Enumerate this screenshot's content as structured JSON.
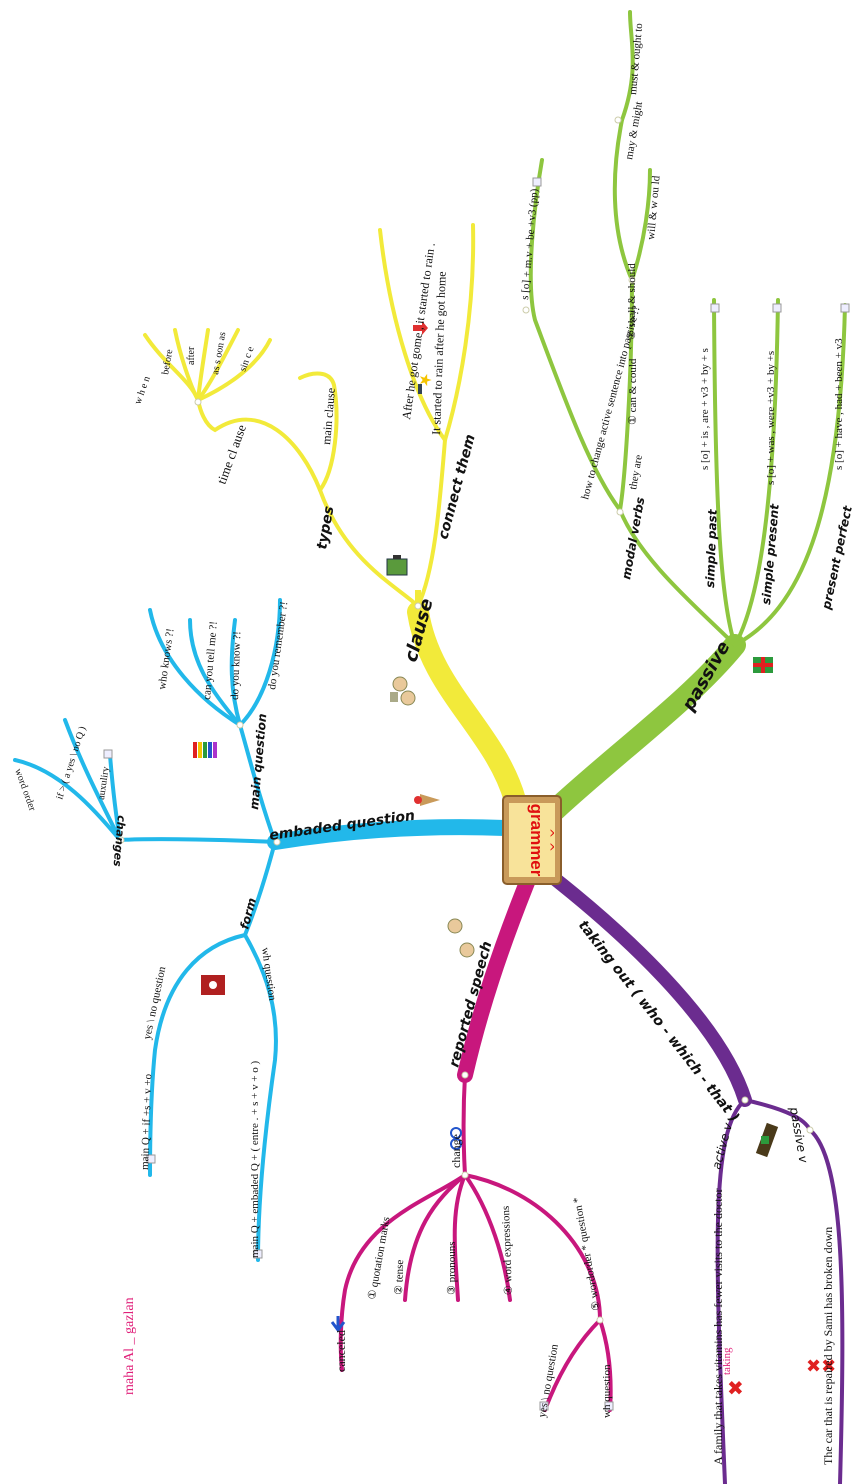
{
  "center": {
    "title": "grammer"
  },
  "author": "maha Al _ gazlan",
  "colors": {
    "clause": "#f2ea3a",
    "passive": "#8ec63f",
    "embaded": "#22b8ea",
    "reported": "#c8177d",
    "taking": "#6b2c8f",
    "author": "#e0207a"
  },
  "clause": {
    "label": "clause",
    "types": {
      "label": "types",
      "main_clause": "main clause",
      "time_clause": {
        "label": "time cl ause",
        "items": [
          "w h e n",
          "before",
          "after",
          "as s oon as",
          "sin c e"
        ]
      }
    },
    "connect": {
      "label": "connect them",
      "ex1": "After he got gome , it started to rain .",
      "ex2": "It started to rain after he got home"
    }
  },
  "passive": {
    "label": "passive",
    "modal": {
      "label": "modal verbs",
      "how": "how to change active sentence into passive !?",
      "rule": "s [o] + m.v + be +v3 (pp)",
      "they_are": "they are",
      "items": [
        "① can & could",
        "② shall & should",
        "will & w ou ld",
        "may & might",
        "must & ought to"
      ]
    },
    "simple_past": {
      "label": "simple past",
      "rule": "s [o] + is , are + v3 + by + s"
    },
    "simple_present": {
      "label": "simple present",
      "rule": "s [o] + was , were +v3 + by +s"
    },
    "present_perfect": {
      "label": "present perfect",
      "rule": "s [o] + have , had + been + v3"
    }
  },
  "embaded": {
    "label": "embaded question",
    "main_question": {
      "label": "main question",
      "items": [
        "who knows ?!",
        "can you tell me ?!",
        "do you know ?!",
        "do you remember ?!"
      ]
    },
    "changes": {
      "label": "changes",
      "items": [
        "word order",
        "if > ( a yes \\ no Q )",
        "auxuliry"
      ]
    },
    "form": {
      "label": "form",
      "yes_no": "yes \\ no question",
      "yes_no_rule": "main Q + if +s + v +o",
      "wh": "wh question",
      "wh_rule": "main Q + embaded Q + ( entre . + s + v + o )"
    }
  },
  "reported": {
    "label": "reported speech",
    "change": "change",
    "items": [
      "① quotation marks",
      "② tense",
      "③ pronouns",
      "④ word expressions",
      "⑤ wordorder * question *"
    ],
    "canceled": "canceled",
    "yes_no": "yes \\ no question",
    "wh": "wh question"
  },
  "taking": {
    "label": "taking out ( who - which - that )",
    "active": "active v",
    "passive": "passive v",
    "taking_word": "taking",
    "ex_active": "A family that takes vitamins has fewer visits to the doctor",
    "ex_passive": "The car that is repaired by Sami has broken down"
  }
}
